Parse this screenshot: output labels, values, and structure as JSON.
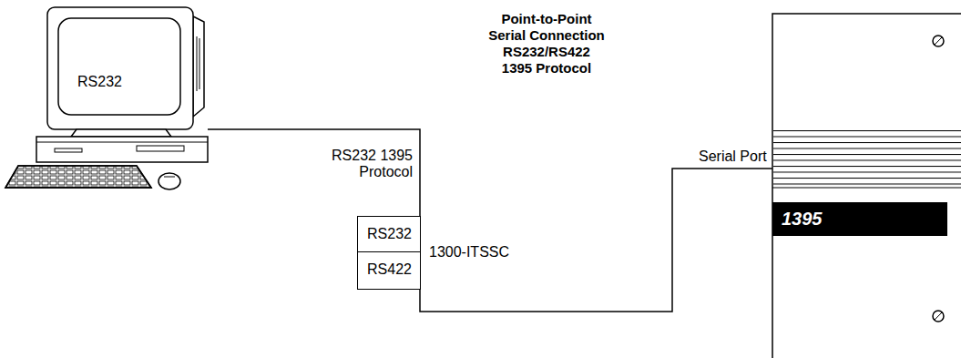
{
  "diagram": {
    "title": "Point-to-Point Serial Connection RS232/RS422 1395 Protocol",
    "nodes": [
      {
        "text": [
          "RS232"
        ]
      },
      {
        "text": [
          "1300-ITSSC"
        ]
      },
      {
        "text": [
          "RS232"
        ],
        "in": 1
      },
      {
        "text": [
          "RS422"
        ],
        "in": 1
      },
      {
        "text": [
          "Serial Port"
        ]
      },
      {
        "text": [
          "1395"
        ],
        "in": 4
      }
    ],
    "edges": [
      {
        "from": 0,
        "to": 1,
        "arrow": "none",
        "label": "RS232 1395 Protocol"
      },
      {
        "from": 1,
        "to": 4,
        "arrow": "none"
      }
    ]
  }
}
